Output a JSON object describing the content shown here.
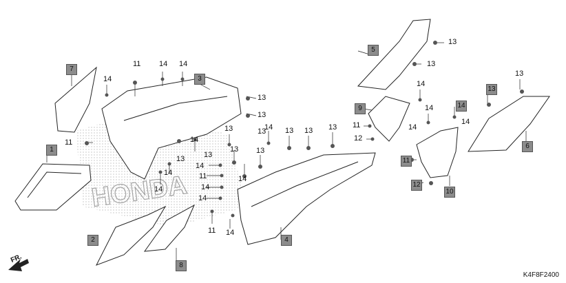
{
  "diagram": {
    "drawing_code": "K4F8F2400",
    "direction_label": "FR.",
    "watermark_text": "HONDA",
    "colors": {
      "stroke": "#222222",
      "box_fill": "#8c8c8c",
      "watermark": "#9a9a9a"
    },
    "boxed_parts": [
      "1",
      "2",
      "3",
      "4",
      "5",
      "6",
      "7",
      "8",
      "9",
      "10",
      "11",
      "12",
      "13",
      "14"
    ],
    "callouts": [
      "11",
      "13",
      "14",
      "12"
    ]
  }
}
